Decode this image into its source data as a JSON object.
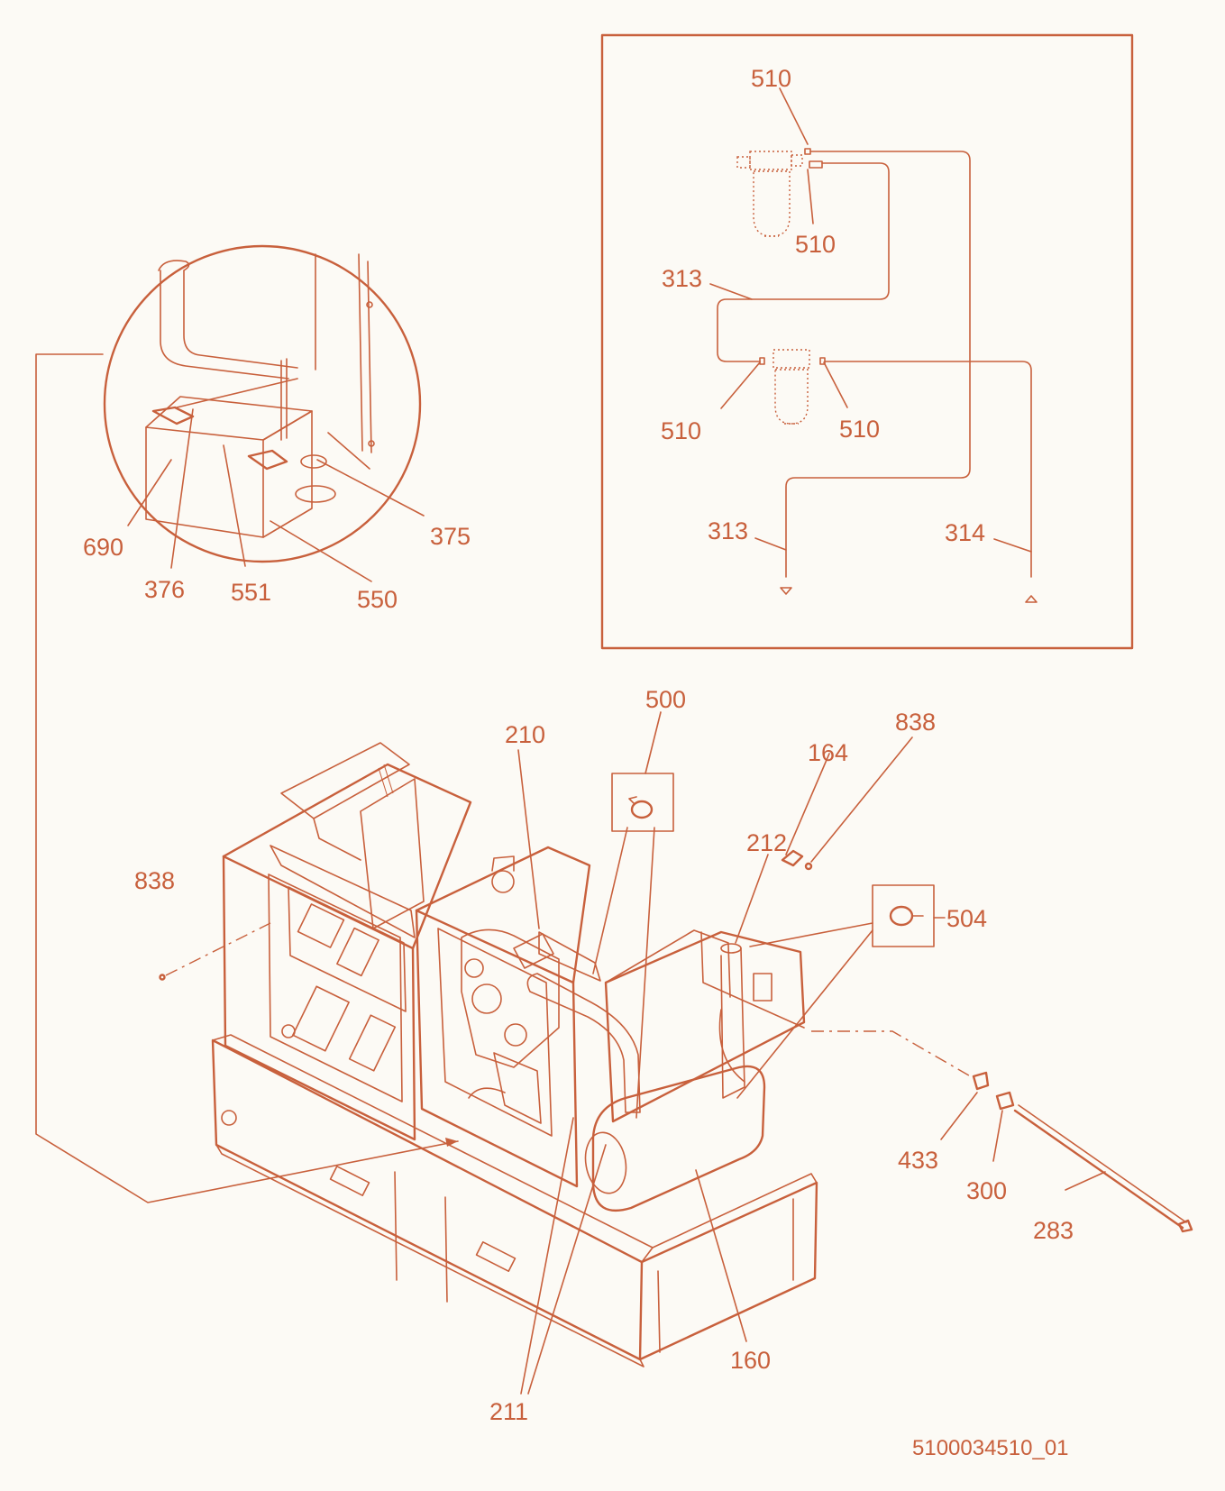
{
  "diagram": {
    "document_id": "5100034510_01",
    "callouts": {
      "c510_top": "510",
      "c510_mid": "510",
      "c313_a": "313",
      "c510_left": "510",
      "c510_right": "510",
      "c313_b": "313",
      "c314": "314",
      "c690": "690",
      "c376": "376",
      "c551": "551",
      "c550": "550",
      "c375": "375",
      "c500": "500",
      "c210": "210",
      "c838_top": "838",
      "c164": "164",
      "c838_left": "838",
      "c212": "212",
      "c504": "504",
      "c433": "433",
      "c300": "300",
      "c283": "283",
      "c160": "160",
      "c211": "211"
    }
  }
}
